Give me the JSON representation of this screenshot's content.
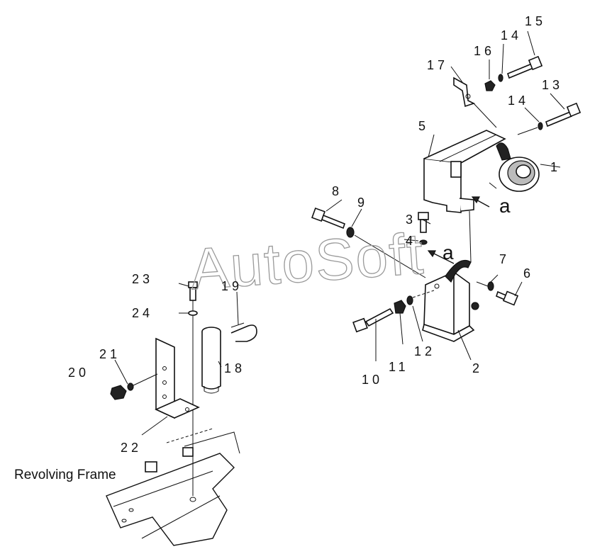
{
  "diagram": {
    "caption": "Revolving Frame",
    "watermark": "AutoSoft",
    "view_mark": "a",
    "callouts": [
      "1",
      "2",
      "3",
      "4",
      "5",
      "6",
      "7",
      "8",
      "9",
      "10",
      "11",
      "12",
      "13",
      "14",
      "14",
      "15",
      "16",
      "17",
      "18",
      "19",
      "20",
      "21",
      "22",
      "23",
      "24"
    ],
    "colors": {
      "ink": "#111111",
      "watermark": "#9a9a9a",
      "background": "#ffffff"
    }
  }
}
